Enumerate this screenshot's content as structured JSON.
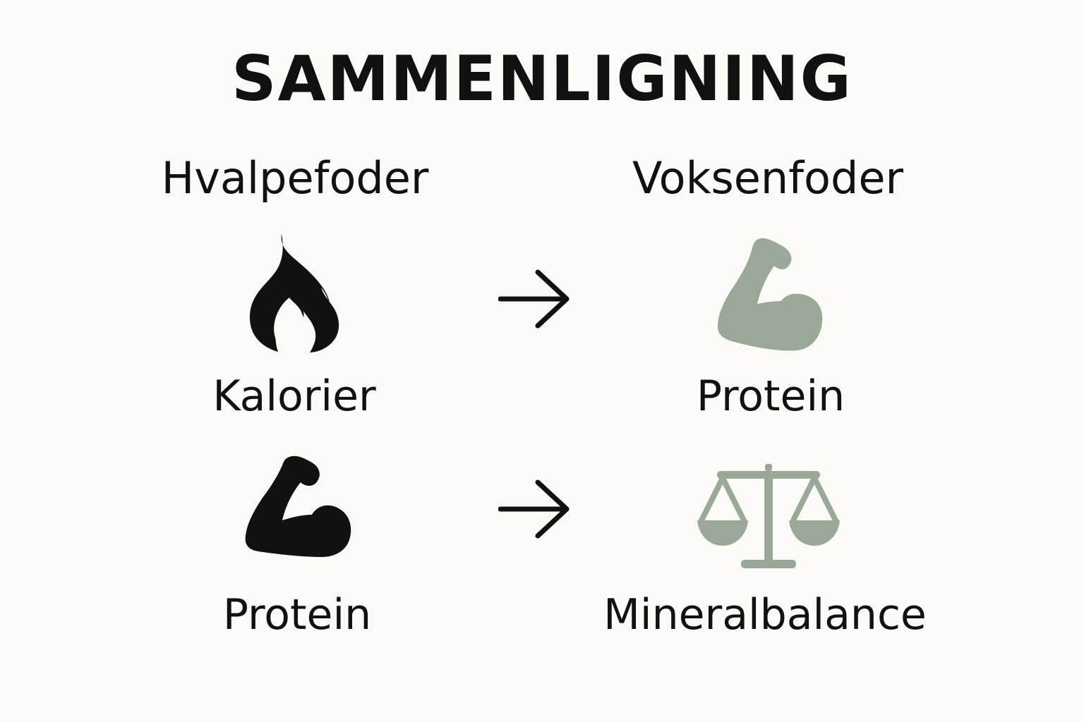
{
  "title": "SAMMENLIGNING",
  "columns": {
    "left": "Hvalpefoder",
    "right": "Voksenfoder"
  },
  "rows": [
    {
      "left_label": "Kalorier",
      "left_icon": "flame-icon",
      "right_label": "Protein",
      "right_icon": "flexed-arm-icon"
    },
    {
      "left_label": "Protein",
      "left_icon": "flexed-arm-icon",
      "right_label": "Mineralbalance",
      "right_icon": "balance-scale-icon"
    }
  ],
  "colors": {
    "left_icons": "#111111",
    "right_icons": "#9aa898",
    "background": "#fbfaf6"
  }
}
